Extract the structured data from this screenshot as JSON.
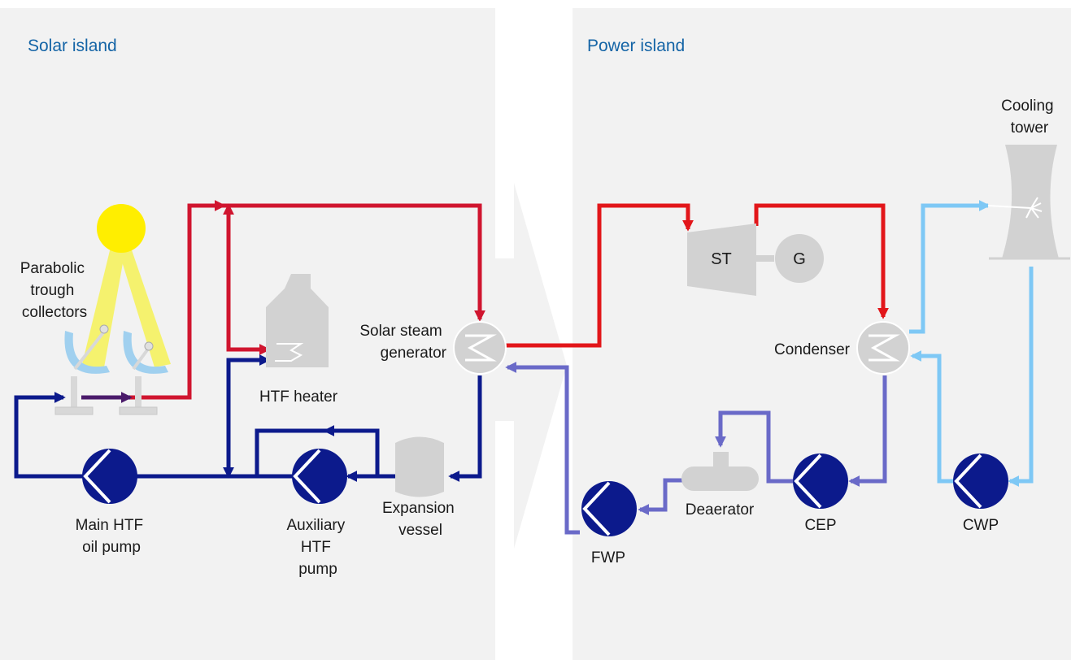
{
  "sections": {
    "solar": {
      "title": "Solar island"
    },
    "power": {
      "title": "Power island"
    }
  },
  "labels": {
    "collectors": [
      "Parabolic",
      "trough",
      "collectors"
    ],
    "htf_heater": "HTF heater",
    "solar_steam_generator": [
      "Solar steam",
      "generator"
    ],
    "expansion_vessel": [
      "Expansion",
      "vessel"
    ],
    "main_pump": [
      "Main HTF",
      "oil pump"
    ],
    "aux_pump": [
      "Auxiliary",
      "HTF",
      "pump"
    ],
    "steam_turbine": "ST",
    "generator": "G",
    "condenser": "Condenser",
    "cooling_tower": [
      "Cooling",
      "tower"
    ],
    "deaerator": "Deaerator",
    "fwp": "FWP",
    "cep": "CEP",
    "cwp": "CWP"
  },
  "colors": {
    "panel_bg": "#f2f2f2",
    "hot_htf": "#d0152f",
    "steam": "#e2161a",
    "cold_htf": "#0c1a8c",
    "feedwater": "#6a6ac8",
    "cooling_water": "#7ec8f5",
    "equipment_grey": "#d2d2d2",
    "pump_blue": "#0c1a8c",
    "sun": "#ffee00",
    "sun_beam": "#f5f26e",
    "mirror": "#a0d0ef",
    "title_blue": "#1464a6"
  }
}
